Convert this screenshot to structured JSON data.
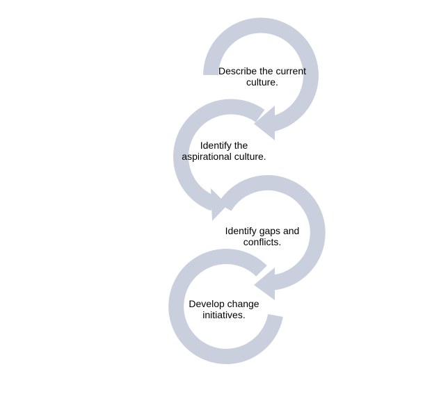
{
  "diagram": {
    "arc_color": "#c9cfdd",
    "background": "#ffffff",
    "steps": [
      {
        "label": "Describe the current culture."
      },
      {
        "label": "Identify the aspirational culture."
      },
      {
        "label": "Identify gaps and conflicts."
      },
      {
        "label": "Develop change initiatives."
      }
    ]
  }
}
